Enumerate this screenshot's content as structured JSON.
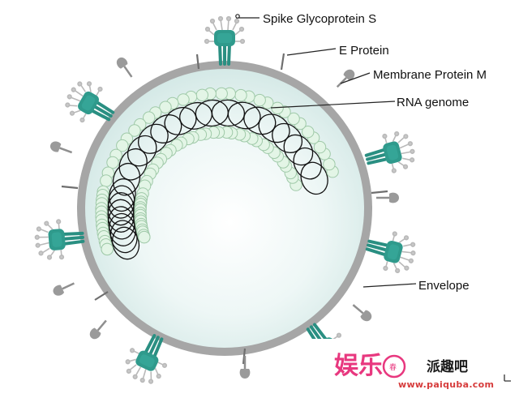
{
  "labels": {
    "spike": "Spike Glycoprotein S",
    "e_protein": "E Protein",
    "membrane": "Membrane Protein M",
    "rna": "RNA genome",
    "envelope": "Envelope"
  },
  "watermark": {
    "brand": "娱乐",
    "seal": "春",
    "site_name": "派趣吧",
    "url": "www.paiquba.com"
  },
  "colors": {
    "envelope": "#a9a9a9",
    "interior": "#e2f1f0",
    "spike": "#2a8f82",
    "rna_bead": "#e3f5e6",
    "rna_bead_stroke": "#9fc9a8"
  }
}
